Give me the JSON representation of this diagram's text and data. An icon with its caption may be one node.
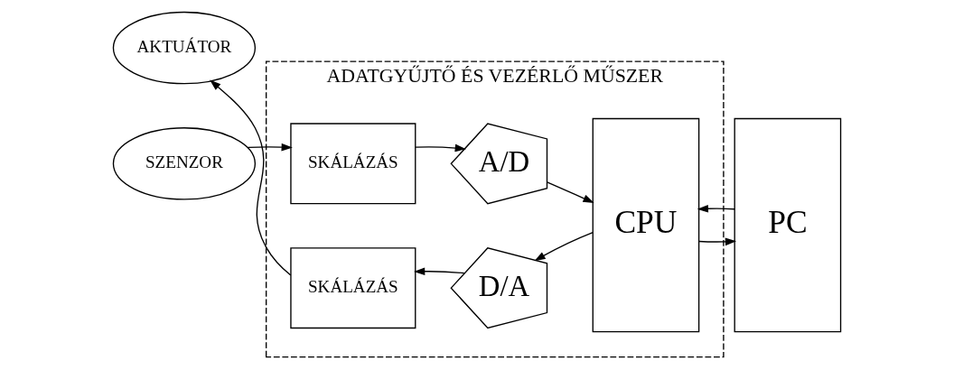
{
  "diagram": {
    "nodes": [
      {
        "text": [
          "ADATGYŰJTŐ ÉS VEZÉRLŐ MŰSZER"
        ]
      },
      {
        "text": [
          "SZENZOR"
        ]
      },
      {
        "text": [
          "SKÁLÁZÁS"
        ],
        "in": 0
      },
      {
        "text": [
          "A/D"
        ],
        "in": 0
      },
      {
        "text": [
          "CPU"
        ],
        "in": 0
      },
      {
        "text": [
          "PC"
        ]
      },
      {
        "text": [
          "AKTUÁTOR"
        ]
      },
      {
        "text": [
          "SKÁLÁZÁS"
        ],
        "in": 0
      },
      {
        "text": [
          "D/A"
        ],
        "in": 0
      }
    ],
    "edges": [
      {
        "from": 1,
        "to": 2,
        "arrow": "to"
      },
      {
        "from": 2,
        "to": 3,
        "arrow": "to"
      },
      {
        "from": 3,
        "to": 4,
        "arrow": "to"
      },
      {
        "from": 4,
        "to": 5,
        "arrow": "to"
      },
      {
        "from": 5,
        "to": 4,
        "arrow": "to"
      },
      {
        "from": 4,
        "to": 8,
        "arrow": "to"
      },
      {
        "from": 8,
        "to": 7,
        "arrow": "to"
      },
      {
        "from": 7,
        "to": 6,
        "arrow": "to"
      }
    ]
  }
}
